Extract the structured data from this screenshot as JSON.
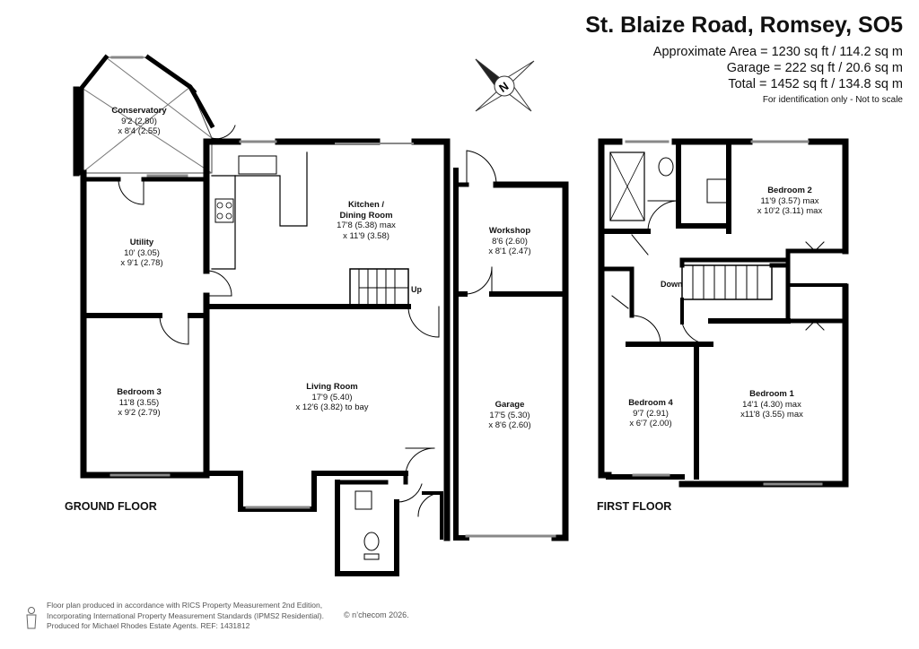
{
  "header": {
    "title": "St. Blaize Road, Romsey, SO5",
    "area_line": "Approximate Area = 1230 sq ft / 114.2 sq m",
    "garage_line": "Garage = 222 sq ft / 20.6 sq m",
    "total_line": "Total = 1452 sq ft / 134.8 sq m",
    "note": "For identification only - Not to scale"
  },
  "compass": {
    "letter": "N"
  },
  "ground_floor": {
    "label": "GROUND FLOOR",
    "rooms": [
      {
        "name": "Conservatory",
        "dim1": "9'2 (2.80)",
        "dim2": "x 8'4 (2.55)"
      },
      {
        "name": "Utility",
        "dim1": "10' (3.05)",
        "dim2": "x 9'1 (2.78)"
      },
      {
        "name": "Bedroom 3",
        "dim1": "11'8 (3.55)",
        "dim2": "x 9'2 (2.79)"
      },
      {
        "name": "Kitchen /",
        "name2": "Dining Room",
        "dim1": "17'8 (5.38) max",
        "dim2": "x 11'9 (3.58)"
      },
      {
        "name": "Living Room",
        "dim1": "17'9 (5.40)",
        "dim2": "x 12'6 (3.82) to bay"
      },
      {
        "name": "Workshop",
        "dim1": "8'6 (2.60)",
        "dim2": "x 8'1 (2.47)"
      },
      {
        "name": "Garage",
        "dim1": "17'5 (5.30)",
        "dim2": "x 8'6 (2.60)"
      }
    ],
    "stairs_label": "Up"
  },
  "first_floor": {
    "label": "FIRST FLOOR",
    "rooms": [
      {
        "name": "Bedroom 2",
        "dim1": "11'9 (3.57) max",
        "dim2": "x 10'2 (3.11) max"
      },
      {
        "name": "Bedroom 4",
        "dim1": "9'7 (2.91)",
        "dim2": "x 6'7 (2.00)"
      },
      {
        "name": "Bedroom 1",
        "dim1": "14'1 (4.30) max",
        "dim2": "x11'8 (3.55) max"
      }
    ],
    "stairs_label": "Down"
  },
  "footer": {
    "line1": "Floor plan produced in accordance with RICS Property Measurement 2nd Edition,",
    "line2": "Incorporating International Property Measurement Standards (IPMS2 Residential).",
    "line3": "Produced for Michael Rhodes Estate Agents.   REF: 1431812",
    "brand": "© n’checom 2026."
  }
}
